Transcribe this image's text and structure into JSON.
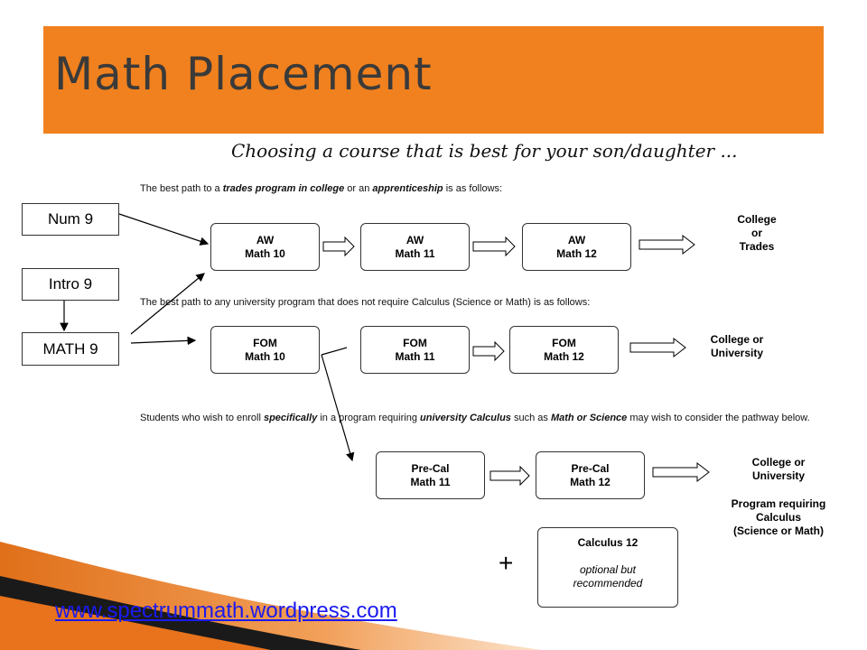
{
  "title": "Math Placement",
  "subtitle": "Choosing a course that is best for your son/daughter ...",
  "notes": {
    "trades_a": "The best path to a ",
    "trades_b": "trades program in college",
    "trades_c": " or an ",
    "trades_d": "apprenticeship",
    "trades_e": " is as follows:",
    "university": "The best path to any university program that does not require Calculus (Science or Math) is as follows:",
    "calc_a": "Students who wish to enroll ",
    "calc_b": "specifically",
    "calc_c": " in a program requiring ",
    "calc_d": "university Calculus",
    "calc_e": " such as ",
    "calc_f": "Math or Science",
    "calc_g": " may wish to consider the pathway below."
  },
  "start_boxes": {
    "num9": "Num 9",
    "intro9": "Intro 9",
    "math9": "MATH 9"
  },
  "aw": [
    {
      "line1": "AW",
      "line2": "Math 10"
    },
    {
      "line1": "AW",
      "line2": "Math 11"
    },
    {
      "line1": "AW",
      "line2": "Math 12"
    }
  ],
  "fom": [
    {
      "line1": "FOM",
      "line2": "Math 10"
    },
    {
      "line1": "FOM",
      "line2": "Math 11"
    },
    {
      "line1": "FOM",
      "line2": "Math 12"
    }
  ],
  "precal": [
    {
      "line1": "Pre-Cal",
      "line2": "Math 11"
    },
    {
      "line1": "Pre-Cal",
      "line2": "Math 12"
    }
  ],
  "calculus": {
    "title": "Calculus 12",
    "note1": "optional but",
    "note2": "recommended"
  },
  "outcomes": {
    "trades": [
      "College",
      "or",
      "Trades"
    ],
    "fom": [
      "College or",
      "University"
    ],
    "precal": [
      "College or",
      "University"
    ],
    "program": [
      "Program requiring",
      "Calculus",
      "(Science or Math)"
    ]
  },
  "plus": "+",
  "url": "www.spectrummath.wordpress.com"
}
